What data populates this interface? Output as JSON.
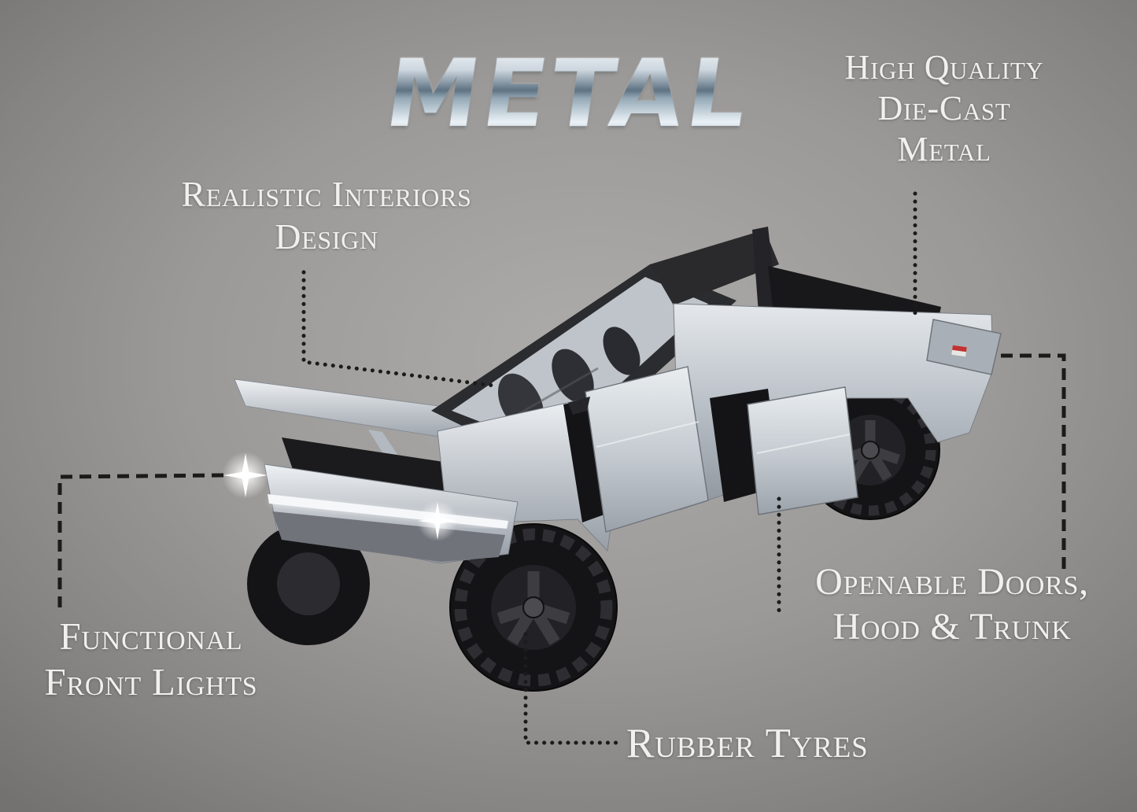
{
  "colors": {
    "bg-center": "#adacaa",
    "bg-edge": "#747270",
    "label-text": "#f1f0ee",
    "leader-line": "#1b1b1b",
    "body-silver": "#c7cbd1",
    "glass": "#c6ccd2",
    "dark-part": "#1b1b1d",
    "tire": "#141416",
    "lightbar": "#f5f7f9"
  },
  "logo": {
    "text": "METAL"
  },
  "callouts": {
    "die_cast": {
      "lines": [
        "High Quality",
        "Die-Cast",
        "Metal"
      ]
    },
    "interiors": {
      "lines": [
        "Realistic Interiors",
        "Design"
      ]
    },
    "front_lights": {
      "lines": [
        "Functional",
        "Front Lights"
      ]
    },
    "tyres": {
      "lines": [
        "Rubber Tyres"
      ]
    },
    "doors": {
      "lines": [
        "Openable Doors,",
        "Hood & Trunk"
      ]
    }
  },
  "product": {
    "description": "silver die-cast metal Cybertruck-style toy pickup with open hood, open doors and open tailgate"
  }
}
